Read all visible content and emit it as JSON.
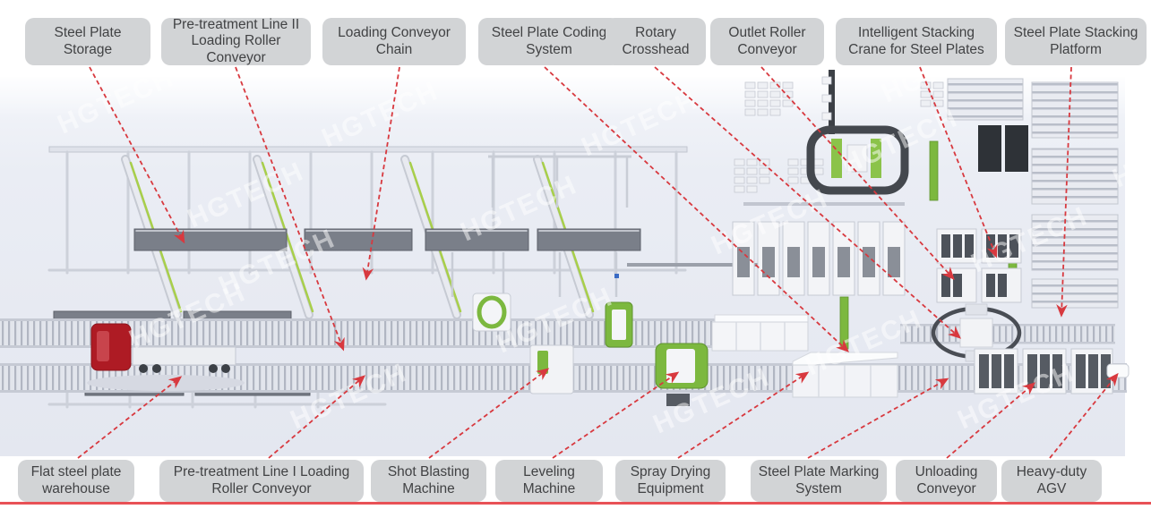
{
  "watermark": {
    "text": "HGTECH"
  },
  "colors": {
    "label_bg": "#d2d4d6",
    "label_text": "#414244",
    "arrow_red": "#d8393f",
    "accent_green": "#7cb83f",
    "truck_red": "#ae1b24",
    "floor": "#e9ecf4",
    "bottom_rule_red": "#e85156"
  },
  "top_labels": [
    {
      "label": "Steel Plate Storage"
    },
    {
      "label": "Pre-treatment Line II Loading Roller Conveyor"
    },
    {
      "label": "Loading Conveyor Chain"
    },
    {
      "label": "Steel Plate Coding System"
    },
    {
      "label": "Rotary Crosshead"
    },
    {
      "label": "Outlet Roller Conveyor"
    },
    {
      "label": "Intelligent Stacking Crane for Steel Plates"
    },
    {
      "label": "Steel Plate Stacking Platform"
    }
  ],
  "bottom_labels": [
    {
      "label": "Flat steel plate warehouse"
    },
    {
      "label": "Pre-treatment Line I Loading Roller Conveyor"
    },
    {
      "label": "Shot Blasting Machine"
    },
    {
      "label": "Leveling Machine"
    },
    {
      "label": "Spray Drying Equipment"
    },
    {
      "label": "Steel Plate Marking System"
    },
    {
      "label": "Unloading Conveyor"
    },
    {
      "label": "Heavy-duty AGV"
    }
  ]
}
